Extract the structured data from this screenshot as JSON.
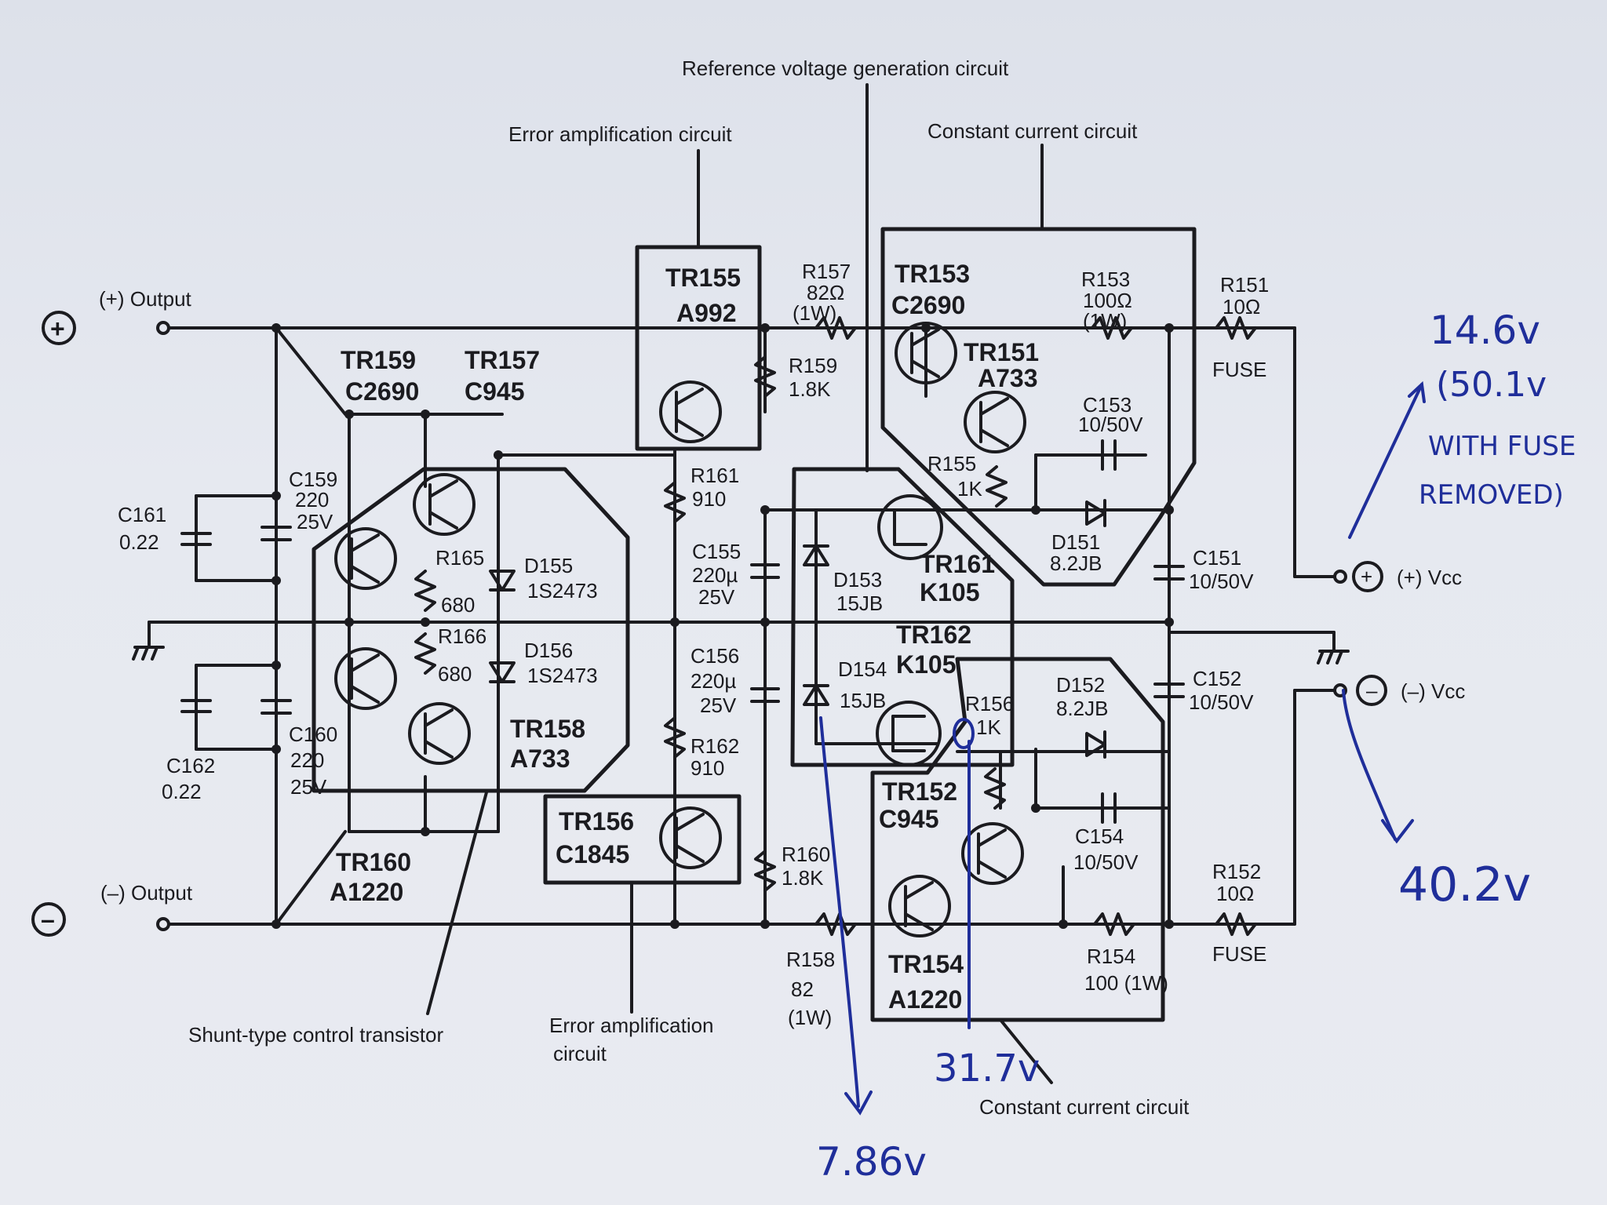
{
  "captions": {
    "ref_voltage": "Reference voltage generation circuit",
    "error_amp_top": "Error amplification circuit",
    "const_current_top": "Constant current circuit",
    "shunt": "Shunt-type control transistor",
    "error_amp_bottom_1": "Error amplification",
    "error_amp_bottom_2": "circuit",
    "const_current_bottom": "Constant current circuit"
  },
  "terminals": {
    "pos_output": "(+) Output",
    "neg_output": "(–) Output",
    "pos_vcc": "(+) Vcc",
    "neg_vcc": "(–) Vcc",
    "plus_sign": "+",
    "minus_sign": "–"
  },
  "components": {
    "tr155": [
      "TR155",
      "A992"
    ],
    "tr153": [
      "TR153",
      "C2690"
    ],
    "tr151": [
      "TR151",
      "A733"
    ],
    "tr159": [
      "TR159",
      "C2690"
    ],
    "tr157": [
      "TR157",
      "C945"
    ],
    "tr161": [
      "TR161",
      "K105"
    ],
    "tr162": [
      "TR162",
      "K105"
    ],
    "tr158": [
      "TR158",
      "A733"
    ],
    "tr160": [
      "TR160",
      "A1220"
    ],
    "tr156": [
      "TR156",
      "C1845"
    ],
    "tr152": [
      "TR152",
      "C945"
    ],
    "tr154": [
      "TR154",
      "A1220"
    ],
    "r157": [
      "R157",
      "82Ω",
      "(1W)"
    ],
    "r153": [
      "R153",
      "100Ω",
      "(1W)"
    ],
    "r151": [
      "R151",
      "10Ω",
      "FUSE"
    ],
    "r159": [
      "R159",
      "1.8K"
    ],
    "r155": [
      "R155",
      "1K"
    ],
    "r161": [
      "R161",
      "910"
    ],
    "r165": [
      "R165",
      "680"
    ],
    "r166": [
      "R166",
      "680"
    ],
    "r162": [
      "R162",
      "910"
    ],
    "r160": [
      "R160",
      "1.8K"
    ],
    "r156": [
      "R156",
      "1K"
    ],
    "r158": [
      "R158",
      "82",
      "(1W)"
    ],
    "r154": [
      "R154",
      "100 (1W)"
    ],
    "r152": [
      "R152",
      "10Ω",
      "FUSE"
    ],
    "c159": [
      "C159",
      "220",
      "25V"
    ],
    "c160": [
      "C160",
      "220",
      "25V"
    ],
    "c161": [
      "C161",
      "0.22"
    ],
    "c162": [
      "C162",
      "0.22"
    ],
    "c155": [
      "C155",
      "220µ",
      "25V"
    ],
    "c156": [
      "C156",
      "220µ",
      "25V"
    ],
    "c153": [
      "C153",
      "10/50V"
    ],
    "c154": [
      "C154",
      "10/50V"
    ],
    "c151": [
      "C151",
      "10/50V"
    ],
    "c152": [
      "C152",
      "10/50V"
    ],
    "d155": [
      "D155",
      "1S2473"
    ],
    "d156": [
      "D156",
      "1S2473"
    ],
    "d153": [
      "D153",
      "15JB"
    ],
    "d154": [
      "D154",
      "15JB"
    ],
    "d151": [
      "D151",
      "8.2JB"
    ],
    "d152": [
      "D152",
      "8.2JB"
    ]
  },
  "handwritten": {
    "pos_vcc_value": "14.6v",
    "fuse_note_1": "(50.1v",
    "fuse_note_2": "WITH FUSE",
    "fuse_note_3": "REMOVED)",
    "neg_vcc_value": "40.2v",
    "r156_node_value": "31.7v",
    "d154_node_value": "7.86v"
  },
  "colors": {
    "ink": "#1b1b1f",
    "pen": "#1f2e9a",
    "paper": "#e6e9f0"
  }
}
